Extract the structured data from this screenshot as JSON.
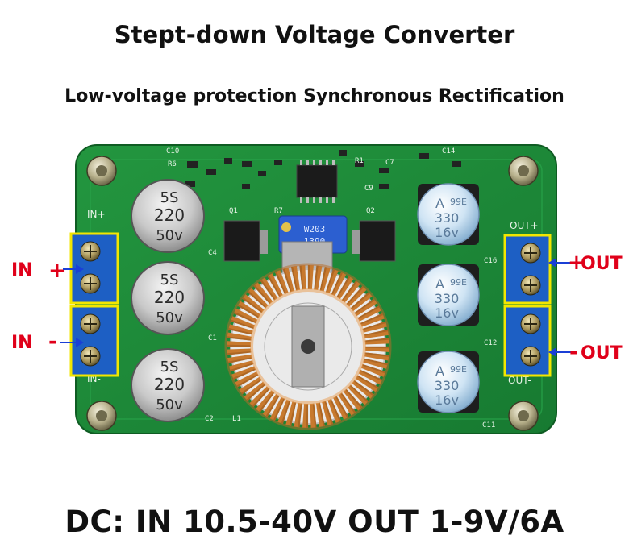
{
  "title": "Stept-down Voltage Converter",
  "subtitle": "Low-voltage protection Synchronous Rectification",
  "spec": "DC: IN 10.5-40V OUT 1-9V/6A",
  "labels": {
    "in_plus": "IN",
    "in_plus_sign": "+",
    "in_minus": "IN",
    "in_minus_sign": "-",
    "out_plus": "OUT",
    "out_plus_sign": "+",
    "out_minus": "OUT",
    "out_minus_sign": "-"
  },
  "silkscreen": {
    "in_plus": "IN+",
    "in_minus": "IN-",
    "out_plus": "OUT+",
    "out_minus": "OUT-",
    "q1": "Q1",
    "q2": "Q2",
    "r7": "R7",
    "l1": "L1",
    "c1": "C1",
    "c2": "C2",
    "c4": "C4",
    "c10": "C10",
    "c11": "C11",
    "c12": "C12",
    "c14": "C14",
    "c16": "C16",
    "r1": "R1",
    "r6": "R6",
    "c7": "C7",
    "c9": "C9"
  },
  "input_caps": [
    {
      "line1": "5S",
      "line2": "220",
      "line3": "50v"
    },
    {
      "line1": "5S",
      "line2": "220",
      "line3": "50v"
    },
    {
      "line1": "5S",
      "line2": "220",
      "line3": "50v"
    }
  ],
  "output_caps": [
    {
      "line1": "A",
      "line2": "99E",
      "line3": "330",
      "line4": "16v"
    },
    {
      "line1": "A",
      "line2": "99E",
      "line3": "330",
      "line4": "16v"
    },
    {
      "line1": "A",
      "line2": "99E",
      "line3": "330",
      "line4": "16v"
    }
  ],
  "potentiometer": {
    "line1": "W203",
    "line2": "1390"
  },
  "colors": {
    "pcb": "#1f8a3a",
    "terminal": "#1d5fc4",
    "highlight": "#f2e600",
    "callout": "#e0001a",
    "arrow": "#1a3fd6",
    "copper": "#c7792e"
  }
}
